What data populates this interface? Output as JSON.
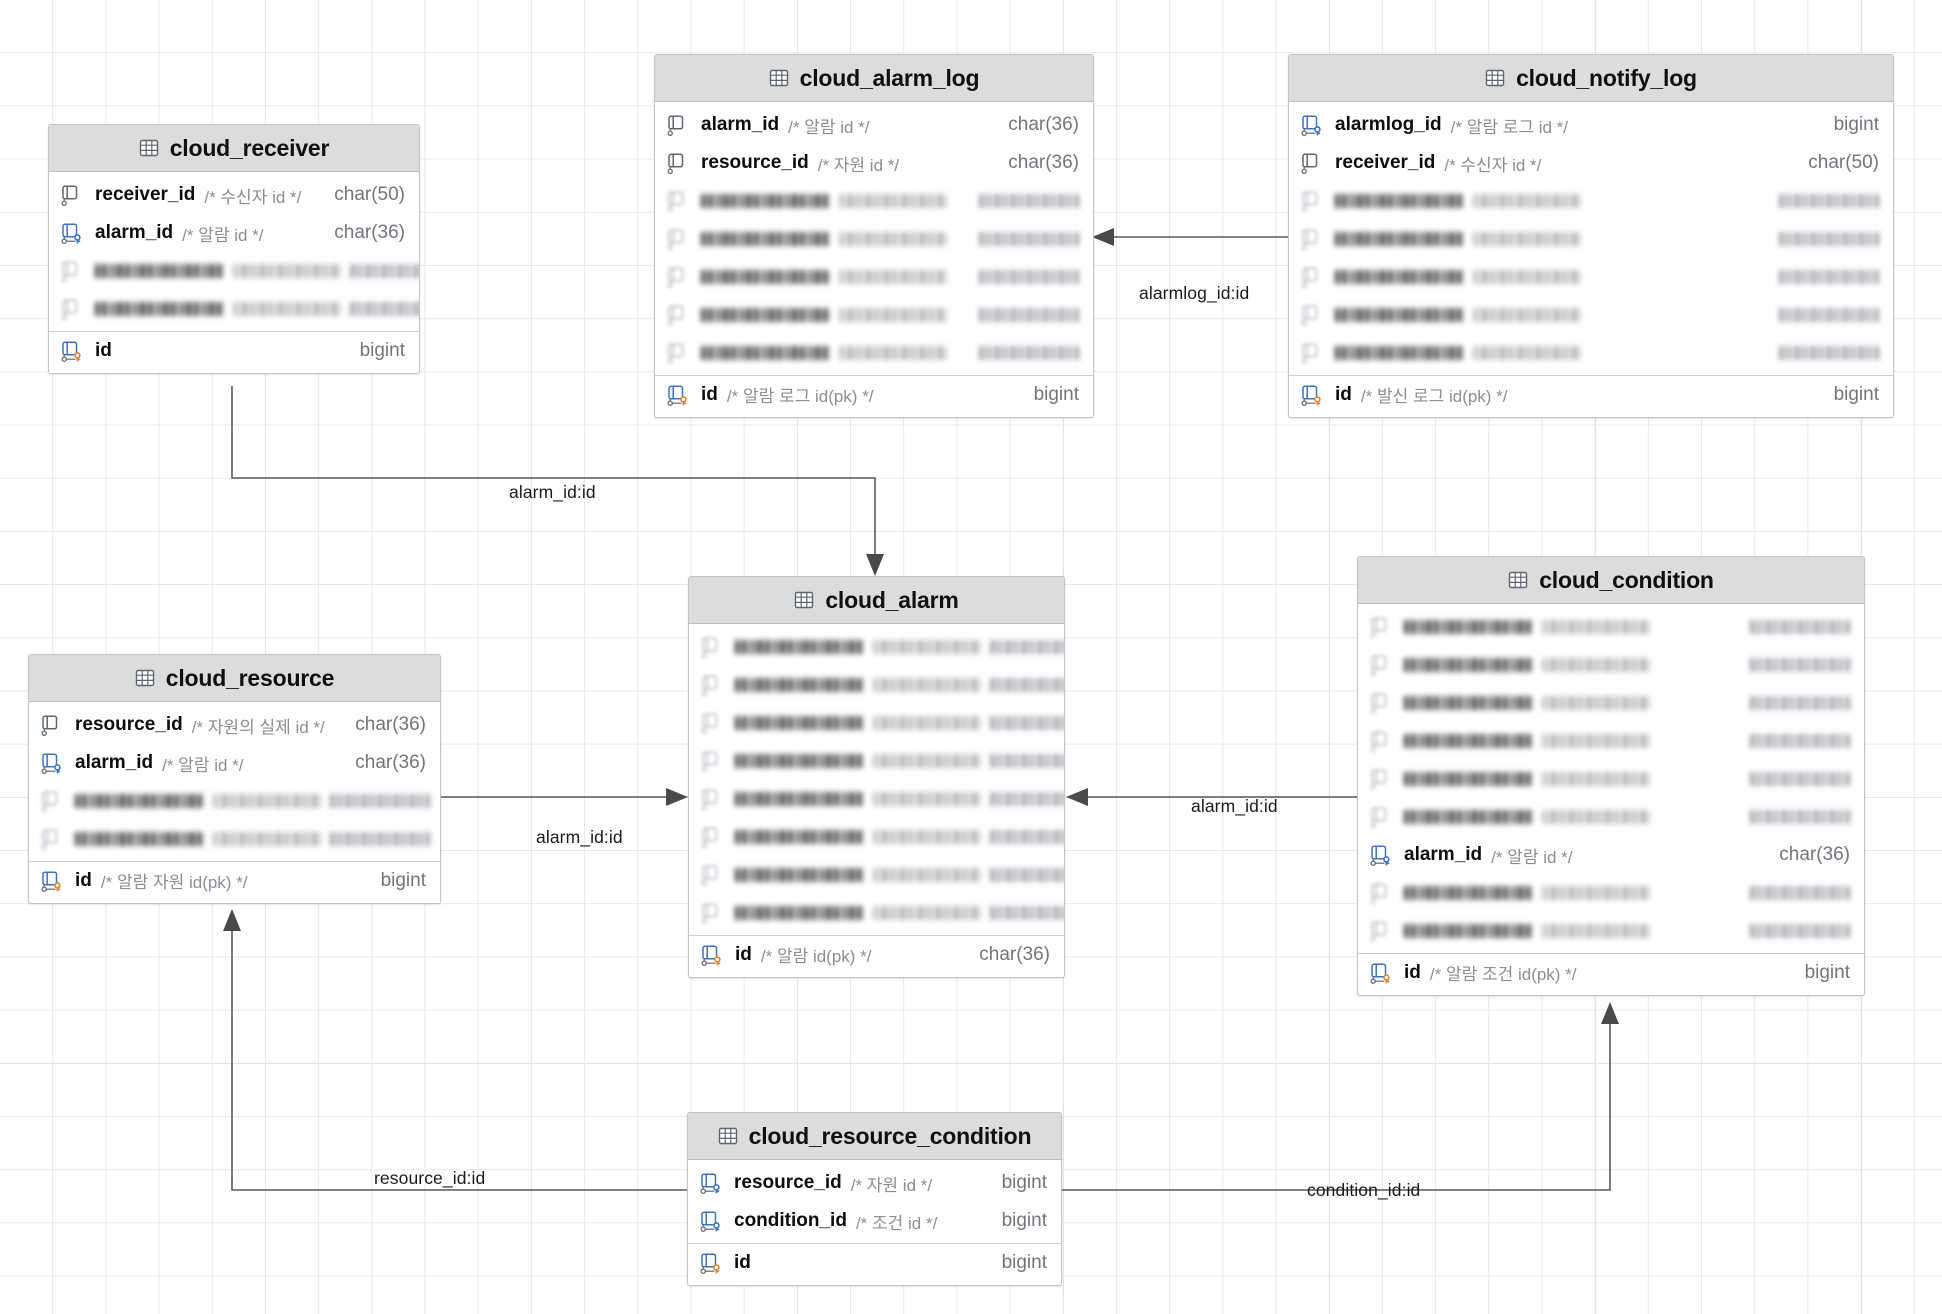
{
  "diagram": {
    "kind": "erd",
    "background": "#ffffff",
    "grid_color": "#e9e9ea",
    "grid_major_color": "#d8d8da",
    "header_fill": "#dcdcdc",
    "border_color": "#c4c4c4",
    "pk_key_color": "#e08030",
    "fk_key_color": "#3b73c4",
    "edge_color": "#5a5a5a"
  },
  "tables": [
    {
      "id": "cloud_receiver",
      "name": "cloud_receiver",
      "icon": "table-grid-icon",
      "columns": [
        {
          "icon": "column-icon",
          "name": "receiver_id",
          "comment": "/* 수신자 id */",
          "type": "char(50)",
          "redacted": false
        },
        {
          "icon": "foreign-key-icon",
          "name": "alarm_id",
          "comment": "/* 알람 id */",
          "type": "char(36)",
          "redacted": false
        },
        {
          "icon": "column-icon",
          "name": "",
          "comment": "",
          "type": "",
          "redacted": true
        },
        {
          "icon": "column-icon",
          "name": "",
          "comment": "",
          "type": "",
          "redacted": true
        }
      ],
      "primary_key": {
        "icon": "primary-key-icon",
        "name": "id",
        "comment": "",
        "type": "bigint"
      }
    },
    {
      "id": "cloud_alarm_log",
      "name": "cloud_alarm_log",
      "icon": "table-grid-icon",
      "columns": [
        {
          "icon": "column-icon",
          "name": "alarm_id",
          "comment": "/* 알람 id */",
          "type": "char(36)",
          "redacted": false
        },
        {
          "icon": "column-icon",
          "name": "resource_id",
          "comment": "/* 자원 id */",
          "type": "char(36)",
          "redacted": false
        },
        {
          "icon": "column-icon",
          "name": "",
          "comment": "",
          "type": "",
          "redacted": true
        },
        {
          "icon": "column-icon",
          "name": "",
          "comment": "",
          "type": "",
          "redacted": true
        },
        {
          "icon": "column-icon",
          "name": "",
          "comment": "",
          "type": "",
          "redacted": true
        },
        {
          "icon": "column-icon",
          "name": "",
          "comment": "",
          "type": "",
          "redacted": true
        },
        {
          "icon": "column-icon",
          "name": "",
          "comment": "",
          "type": "",
          "redacted": true
        }
      ],
      "primary_key": {
        "icon": "primary-key-icon",
        "name": "id",
        "comment": "/* 알람 로그 id(pk) */",
        "type": "bigint"
      }
    },
    {
      "id": "cloud_notify_log",
      "name": "cloud_notify_log",
      "icon": "table-grid-icon",
      "columns": [
        {
          "icon": "foreign-key-icon",
          "name": "alarmlog_id",
          "comment": "/* 알람 로그 id */",
          "type": "bigint",
          "redacted": false
        },
        {
          "icon": "column-icon",
          "name": "receiver_id",
          "comment": "/* 수신자 id */",
          "type": "char(50)",
          "redacted": false
        },
        {
          "icon": "column-icon",
          "name": "",
          "comment": "",
          "type": "",
          "redacted": true
        },
        {
          "icon": "column-icon",
          "name": "",
          "comment": "",
          "type": "",
          "redacted": true
        },
        {
          "icon": "column-icon",
          "name": "",
          "comment": "",
          "type": "",
          "redacted": true
        },
        {
          "icon": "column-icon",
          "name": "",
          "comment": "",
          "type": "",
          "redacted": true
        },
        {
          "icon": "column-icon",
          "name": "",
          "comment": "",
          "type": "",
          "redacted": true
        }
      ],
      "primary_key": {
        "icon": "primary-key-icon",
        "name": "id",
        "comment": "/* 발신 로그 id(pk) */",
        "type": "bigint"
      }
    },
    {
      "id": "cloud_resource",
      "name": "cloud_resource",
      "icon": "table-grid-icon",
      "columns": [
        {
          "icon": "column-icon",
          "name": "resource_id",
          "comment": "/* 자원의 실제 id */",
          "type": "char(36)",
          "redacted": false
        },
        {
          "icon": "foreign-key-icon",
          "name": "alarm_id",
          "comment": "/* 알람 id */",
          "type": "char(36)",
          "redacted": false
        },
        {
          "icon": "column-icon",
          "name": "",
          "comment": "",
          "type": "",
          "redacted": true
        },
        {
          "icon": "column-icon",
          "name": "",
          "comment": "",
          "type": "",
          "redacted": true
        }
      ],
      "primary_key": {
        "icon": "primary-key-icon",
        "name": "id",
        "comment": "/* 알람 자원 id(pk) */",
        "type": "bigint"
      }
    },
    {
      "id": "cloud_alarm",
      "name": "cloud_alarm",
      "icon": "table-grid-icon",
      "columns": [
        {
          "icon": "column-icon",
          "name": "",
          "comment": "",
          "type": "",
          "redacted": true
        },
        {
          "icon": "column-icon",
          "name": "",
          "comment": "",
          "type": "",
          "redacted": true
        },
        {
          "icon": "column-icon",
          "name": "",
          "comment": "",
          "type": "",
          "redacted": true
        },
        {
          "icon": "column-icon",
          "name": "",
          "comment": "",
          "type": "",
          "redacted": true
        },
        {
          "icon": "column-icon",
          "name": "",
          "comment": "",
          "type": "",
          "redacted": true
        },
        {
          "icon": "column-icon",
          "name": "",
          "comment": "",
          "type": "",
          "redacted": true
        },
        {
          "icon": "column-icon",
          "name": "",
          "comment": "",
          "type": "",
          "redacted": true
        },
        {
          "icon": "column-icon",
          "name": "",
          "comment": "",
          "type": "",
          "redacted": true
        }
      ],
      "primary_key": {
        "icon": "primary-key-icon",
        "name": "id",
        "comment": "/* 알람 id(pk) */",
        "type": "char(36)"
      }
    },
    {
      "id": "cloud_condition",
      "name": "cloud_condition",
      "icon": "table-grid-icon",
      "columns": [
        {
          "icon": "column-icon",
          "name": "",
          "comment": "",
          "type": "",
          "redacted": true
        },
        {
          "icon": "column-icon",
          "name": "",
          "comment": "",
          "type": "",
          "redacted": true
        },
        {
          "icon": "column-icon",
          "name": "",
          "comment": "",
          "type": "",
          "redacted": true
        },
        {
          "icon": "column-icon",
          "name": "",
          "comment": "",
          "type": "",
          "redacted": true
        },
        {
          "icon": "column-icon",
          "name": "",
          "comment": "",
          "type": "",
          "redacted": true
        },
        {
          "icon": "column-icon",
          "name": "",
          "comment": "",
          "type": "",
          "redacted": true
        },
        {
          "icon": "foreign-key-icon",
          "name": "alarm_id",
          "comment": "/* 알람 id */",
          "type": "char(36)",
          "redacted": false
        },
        {
          "icon": "column-icon",
          "name": "",
          "comment": "",
          "type": "",
          "redacted": true
        },
        {
          "icon": "column-icon",
          "name": "",
          "comment": "",
          "type": "",
          "redacted": true
        }
      ],
      "primary_key": {
        "icon": "primary-key-icon",
        "name": "id",
        "comment": "/* 알람 조건 id(pk) */",
        "type": "bigint"
      }
    },
    {
      "id": "cloud_resource_condition",
      "name": "cloud_resource_condition",
      "icon": "table-grid-icon",
      "columns": [
        {
          "icon": "foreign-key-icon",
          "name": "resource_id",
          "comment": "/* 자원 id */",
          "type": "bigint",
          "redacted": false
        },
        {
          "icon": "foreign-key-icon",
          "name": "condition_id",
          "comment": "/* 조건 id */",
          "type": "bigint",
          "redacted": false
        }
      ],
      "primary_key": {
        "icon": "primary-key-icon",
        "name": "id",
        "comment": "",
        "type": "bigint"
      }
    }
  ],
  "relationships": [
    {
      "id": "rel-receiver-alarm",
      "label": "alarm_id:id",
      "from": "cloud_receiver",
      "to": "cloud_alarm"
    },
    {
      "id": "rel-notifylog-alarmlog",
      "label": "alarmlog_id:id",
      "from": "cloud_notify_log",
      "to": "cloud_alarm_log"
    },
    {
      "id": "rel-resource-alarm",
      "label": "alarm_id:id",
      "from": "cloud_resource",
      "to": "cloud_alarm"
    },
    {
      "id": "rel-condition-alarm",
      "label": "alarm_id:id",
      "from": "cloud_condition",
      "to": "cloud_alarm"
    },
    {
      "id": "rel-rescond-resource",
      "label": "resource_id:id",
      "from": "cloud_resource_condition",
      "to": "cloud_resource"
    },
    {
      "id": "rel-rescond-condition",
      "label": "condition_id:id",
      "from": "cloud_resource_condition",
      "to": "cloud_condition"
    }
  ]
}
